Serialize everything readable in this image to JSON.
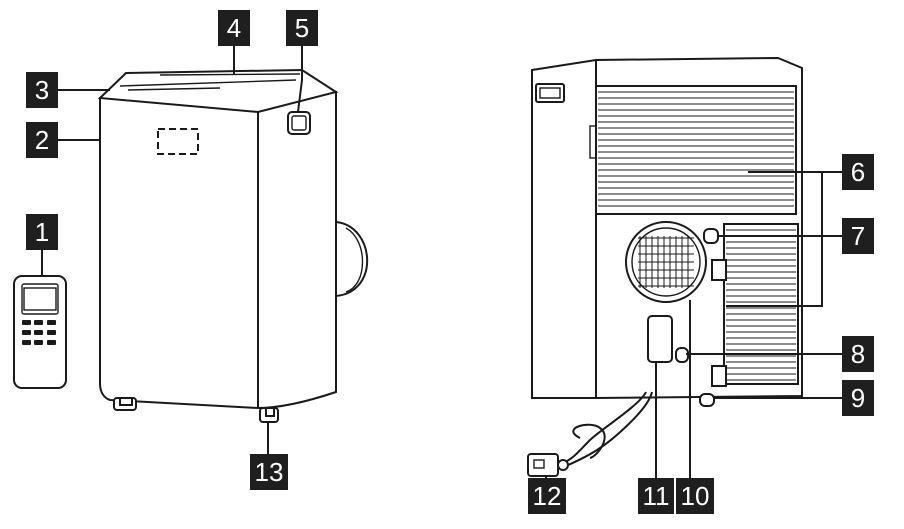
{
  "callouts": [
    {
      "id": 1,
      "label": "1"
    },
    {
      "id": 2,
      "label": "2"
    },
    {
      "id": 3,
      "label": "3"
    },
    {
      "id": 4,
      "label": "4"
    },
    {
      "id": 5,
      "label": "5"
    },
    {
      "id": 6,
      "label": "6"
    },
    {
      "id": 7,
      "label": "7"
    },
    {
      "id": 8,
      "label": "8"
    },
    {
      "id": 9,
      "label": "9"
    },
    {
      "id": 10,
      "label": "10"
    },
    {
      "id": 11,
      "label": "11"
    },
    {
      "id": 12,
      "label": "12"
    },
    {
      "id": 13,
      "label": "13"
    }
  ],
  "colors": {
    "ink": "#1a1a1a",
    "callout_bg": "#1f1f1f",
    "callout_text": "#ffffff",
    "background": "#ffffff"
  }
}
